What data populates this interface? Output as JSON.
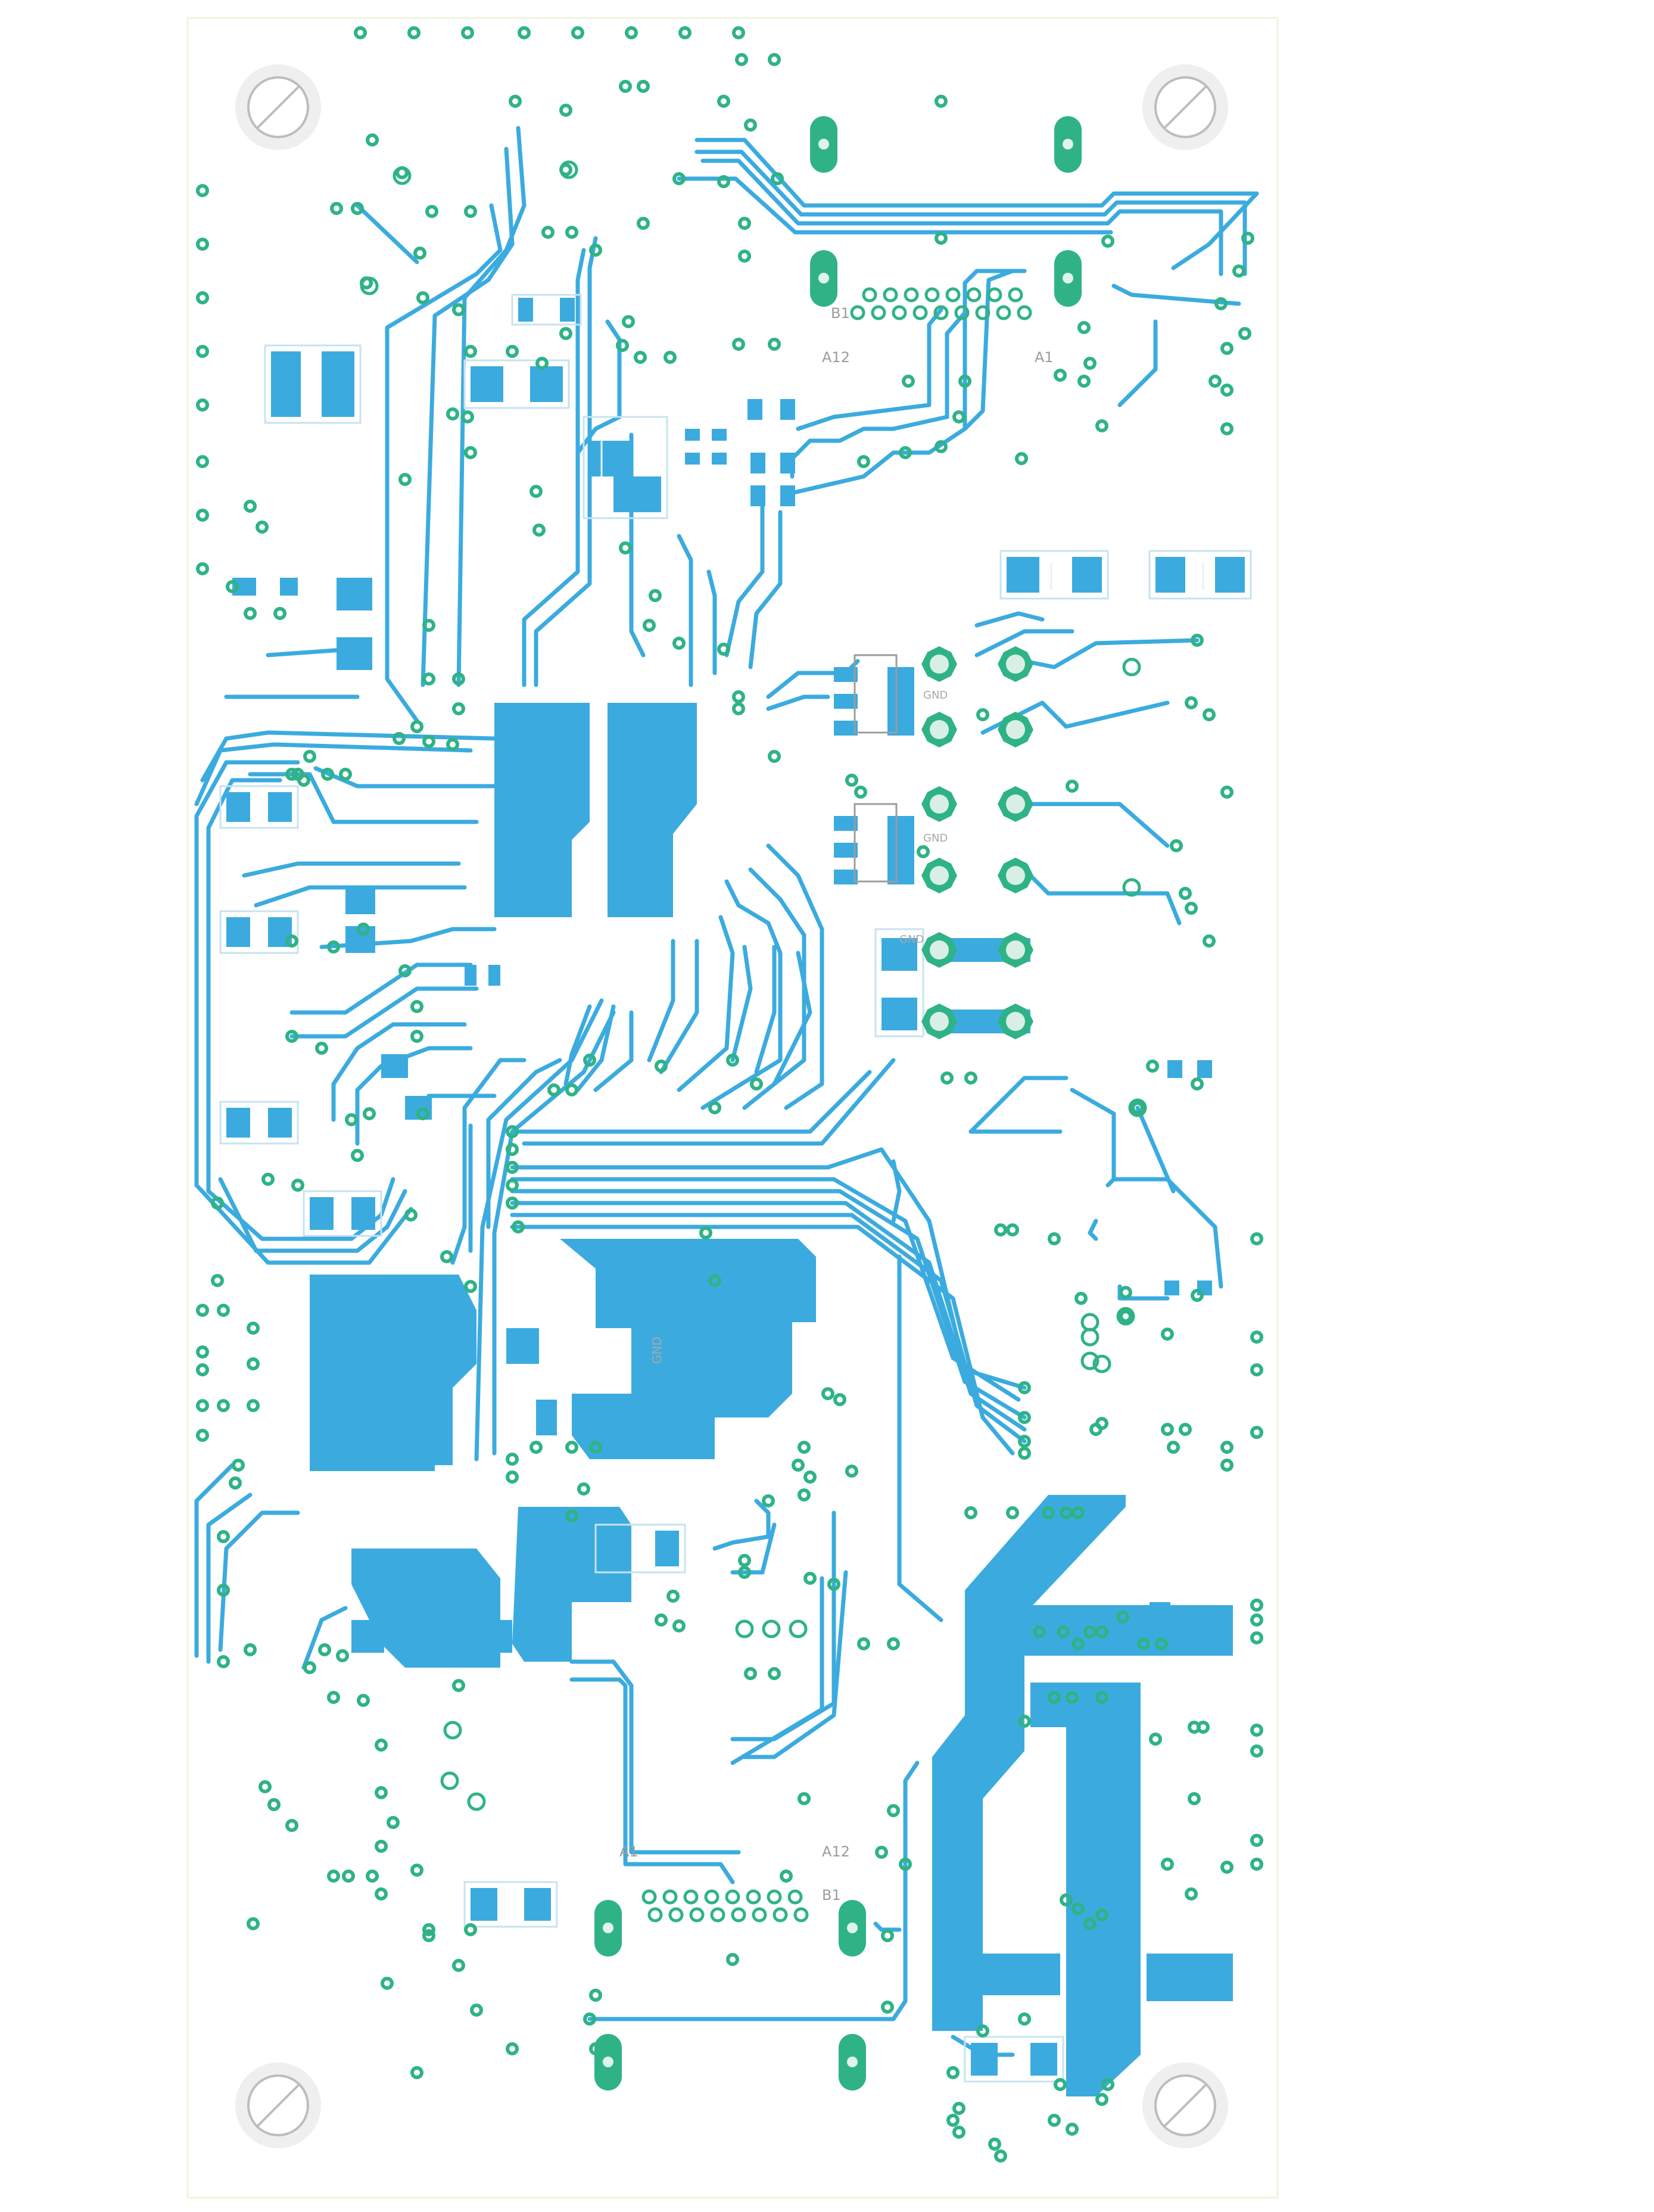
{
  "board": {
    "name": "pcb-layout",
    "colors": {
      "background": "#ffffff",
      "outline": "#f1f4dc",
      "copper": "#3babdf",
      "pad": "#2fb386",
      "pad_light": "#c7e9dd",
      "silkscreen": "#a8a8a8",
      "mount_hole": "#e8e8e8"
    }
  },
  "connectors": {
    "top": {
      "pin_b1": "B1",
      "pin_a12": "A12",
      "pin_a1": "A1"
    },
    "bottom": {
      "pin_a1": "A1",
      "pin_a12": "A12",
      "pin_b1": "B1"
    }
  },
  "test_points": {
    "gnd_1": "GND",
    "gnd_2": "GND",
    "gnd_3": "GND",
    "gnd_4": "GND"
  },
  "icons": {
    "mount_hole": "mount-hole-icon",
    "via": "via-icon",
    "smd_pad": "smd-pad-icon",
    "test_pad": "test-pad-icon",
    "usb_slot": "usb-slot-icon"
  }
}
